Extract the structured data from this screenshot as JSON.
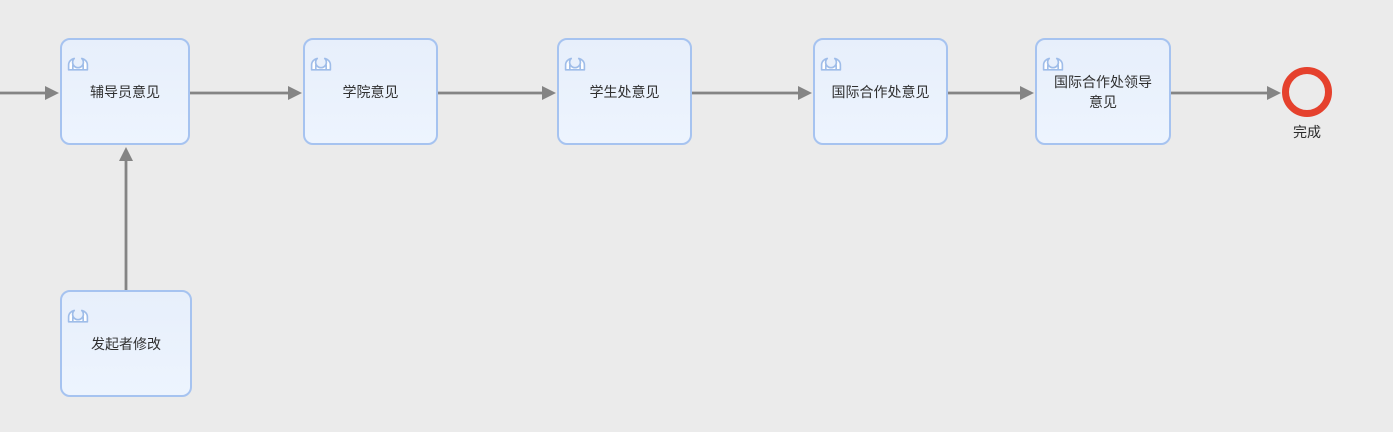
{
  "diagram": {
    "type": "approval-workflow-flowchart",
    "nodes": [
      {
        "id": "counselor-opinion",
        "label": "辅导员意见"
      },
      {
        "id": "college-opinion",
        "label": "学院意见"
      },
      {
        "id": "student-affairs-opinion",
        "label": "学生处意见"
      },
      {
        "id": "intl-cooperation-opinion",
        "label": "国际合作处意见"
      },
      {
        "id": "intl-cooperation-leader-opinion",
        "label": "国际合作处领导意见"
      },
      {
        "id": "initiator-revision",
        "label": "发起者修改"
      }
    ],
    "end_event": {
      "label": "完成"
    },
    "flows": [
      {
        "from": "(offscreen-left)",
        "to": "辅导员意见"
      },
      {
        "from": "辅导员意见",
        "to": "学院意见"
      },
      {
        "from": "学院意见",
        "to": "学生处意见"
      },
      {
        "from": "学生处意见",
        "to": "国际合作处意见"
      },
      {
        "from": "国际合作处意见",
        "to": "国际合作处领导意见"
      },
      {
        "from": "国际合作处领导意见",
        "to": "完成"
      },
      {
        "from": "发起者修改",
        "to": "辅导员意见"
      }
    ],
    "icons": {
      "task_icon": "user-icon"
    },
    "colors": {
      "background": "#ebebeb",
      "node_fill": "#e9f1fc",
      "node_border": "#a6c3f0",
      "icon_stroke": "#9fbde9",
      "arrow": "#848484",
      "end_event_ring": "#e5412d",
      "text": "#303030"
    }
  }
}
